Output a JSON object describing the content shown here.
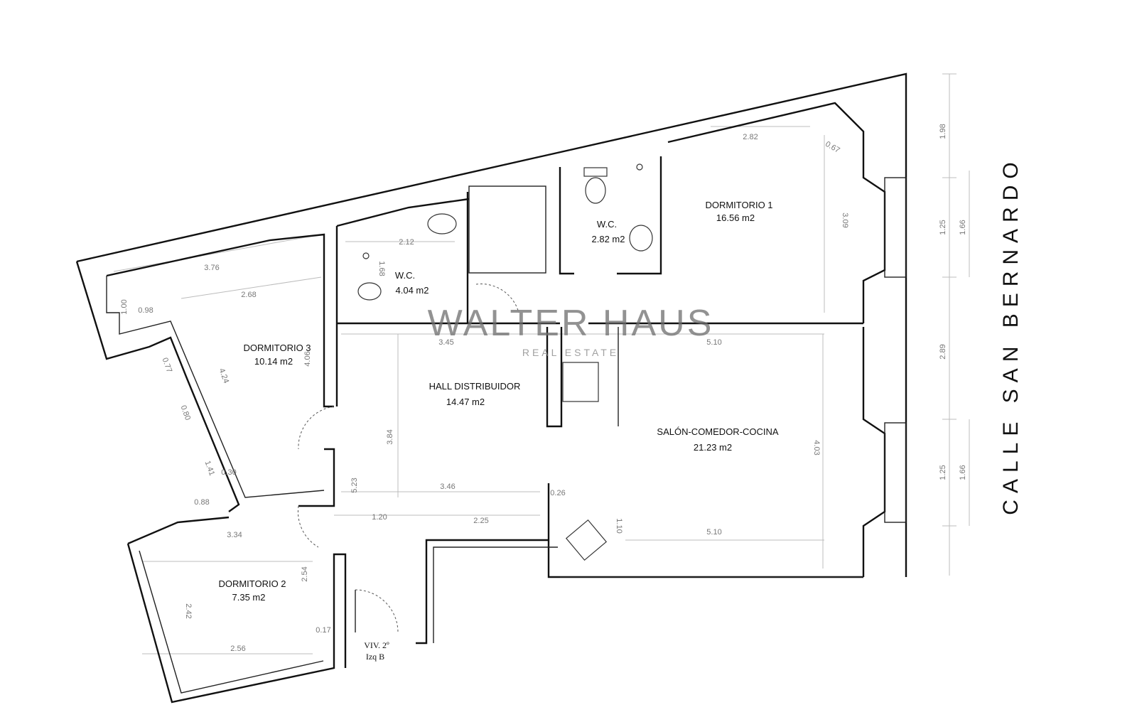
{
  "street": "CALLE SAN BERNARDO",
  "watermark": {
    "brand": "WALTER HAUS",
    "tagline": "REAL ESTATE"
  },
  "unit_label": {
    "line1": "VIV. 2º",
    "line2": "Izq B"
  },
  "rooms": {
    "dormitorio1": {
      "name": "DORMITORIO 1",
      "area": "16.56 m2"
    },
    "dormitorio2": {
      "name": "DORMITORIO 2",
      "area": "7.35 m2"
    },
    "dormitorio3": {
      "name": "DORMITORIO 3",
      "area": "10.14 m2"
    },
    "wc_small": {
      "name": "W.C.",
      "area": "2.82 m2"
    },
    "wc_large": {
      "name": "W.C.",
      "area": "4.04 m2"
    },
    "hall": {
      "name": "HALL DISTRIBUIDOR",
      "area": "14.47 m2"
    },
    "salon": {
      "name": "SALÓN-COMEDOR-COCINA",
      "area": "21.23 m2"
    }
  },
  "dimensions": {
    "d3_top": "3.76",
    "d3_inner": "2.68",
    "d3_side_a": "1.00",
    "d3_side_b": "0.98",
    "d3_height": "4.24",
    "d3_height_b": "4.06",
    "wc_large_w": "2.12",
    "wc_large_h": "1.68",
    "d1_w": "2.82",
    "d1_corner": "0.67",
    "d1_h": "3.09",
    "hall_top": "3.45",
    "salon_top": "5.10",
    "hall_h": "3.84",
    "hall_mid": "3.46",
    "hall_side": "5.23",
    "corr_a": "1.20",
    "corr_b": "2.25",
    "small_a": "0.26",
    "small_b": "1.10",
    "salon_bottom": "5.10",
    "salon_h": "4.03",
    "d2_top": "3.34",
    "d2_h": "2.42",
    "d2_side": "2.54",
    "d2_bottom": "2.56",
    "d2_small": "0.17",
    "left_a": "0.77",
    "left_b": "0.80",
    "left_c": "1.41",
    "left_d": "0.30",
    "left_e": "0.88",
    "right_1": "1.98",
    "right_2": "1.25",
    "right_3": "1.66",
    "right_4": "2.89",
    "right_5": "1.25",
    "right_6": "1.66"
  }
}
